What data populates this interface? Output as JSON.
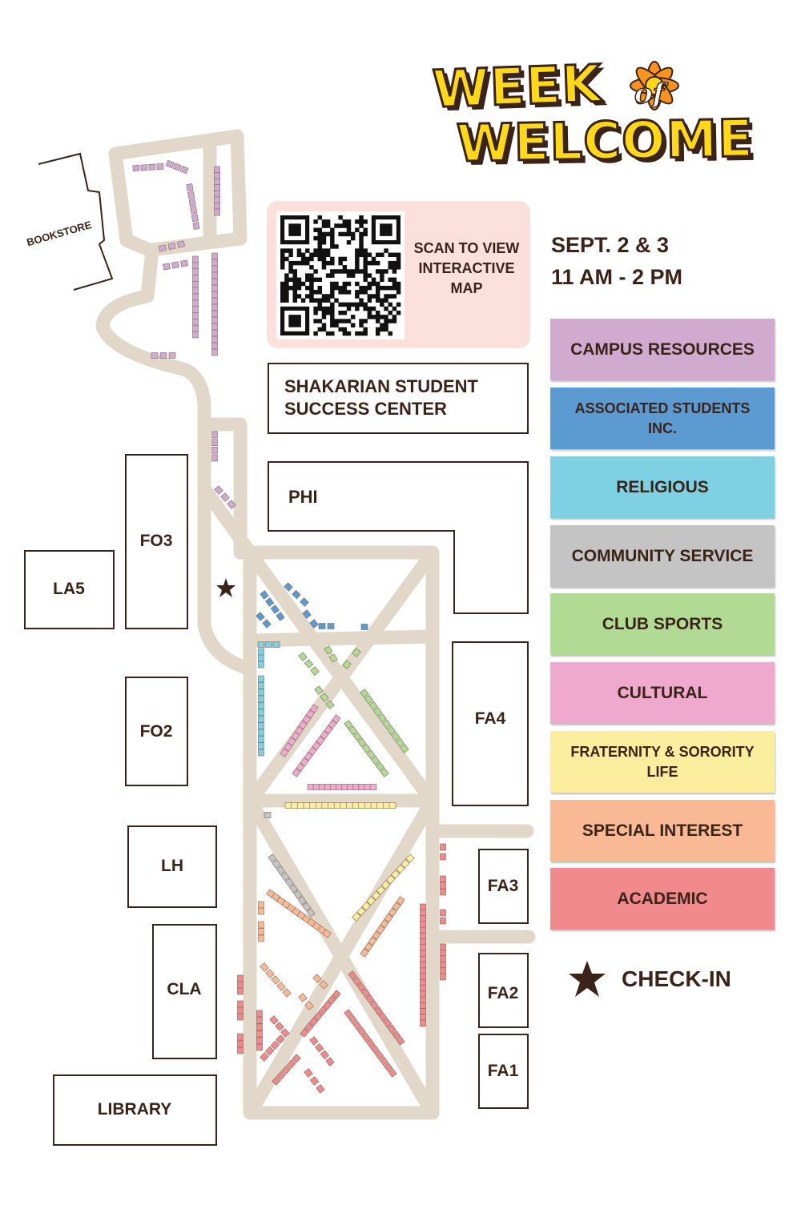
{
  "title": {
    "line1": "WEEK",
    "of": "of",
    "line2": "WELCOME"
  },
  "event": {
    "dates": "SEPT. 2 & 3",
    "time": "11 AM - 2 PM"
  },
  "qr": {
    "text": "SCAN TO VIEW INTERACTIVE MAP"
  },
  "buildings": [
    {
      "id": "bookstore",
      "label": "BOOKSTORE"
    },
    {
      "id": "shakarian",
      "label": "SHAKARIAN STUDENT SUCCESS CENTER"
    },
    {
      "id": "phi",
      "label": "PHI"
    },
    {
      "id": "fo3",
      "label": "FO3"
    },
    {
      "id": "la5",
      "label": "LA5"
    },
    {
      "id": "fo2",
      "label": "FO2"
    },
    {
      "id": "fa4",
      "label": "FA4"
    },
    {
      "id": "lh",
      "label": "LH"
    },
    {
      "id": "fa3",
      "label": "FA3"
    },
    {
      "id": "cla",
      "label": "CLA"
    },
    {
      "id": "fa2",
      "label": "FA2"
    },
    {
      "id": "fa1",
      "label": "FA1"
    },
    {
      "id": "library",
      "label": "LIBRARY"
    }
  ],
  "legend": [
    {
      "label": "CAMPUS RESOURCES",
      "color": "#d1aad0"
    },
    {
      "label": "ASSOCIATED STUDENTS INC.",
      "color": "#5b9bd2"
    },
    {
      "label": "RELIGIOUS",
      "color": "#7ed0e3"
    },
    {
      "label": "COMMUNITY SERVICE",
      "color": "#c4c4c4"
    },
    {
      "label": "CLUB SPORTS",
      "color": "#b1db95"
    },
    {
      "label": "CULTURAL",
      "color": "#efa9cd"
    },
    {
      "label": "FRATERNITY & SORORITY LIFE",
      "color": "#fbee9f"
    },
    {
      "label": "SPECIAL INTEREST",
      "color": "#f8b994"
    },
    {
      "label": "ACADEMIC",
      "color": "#f08a8c"
    }
  ],
  "checkin": {
    "label": "CHECK-IN",
    "icon": "star-icon"
  },
  "path_color": "#e2d8ca"
}
